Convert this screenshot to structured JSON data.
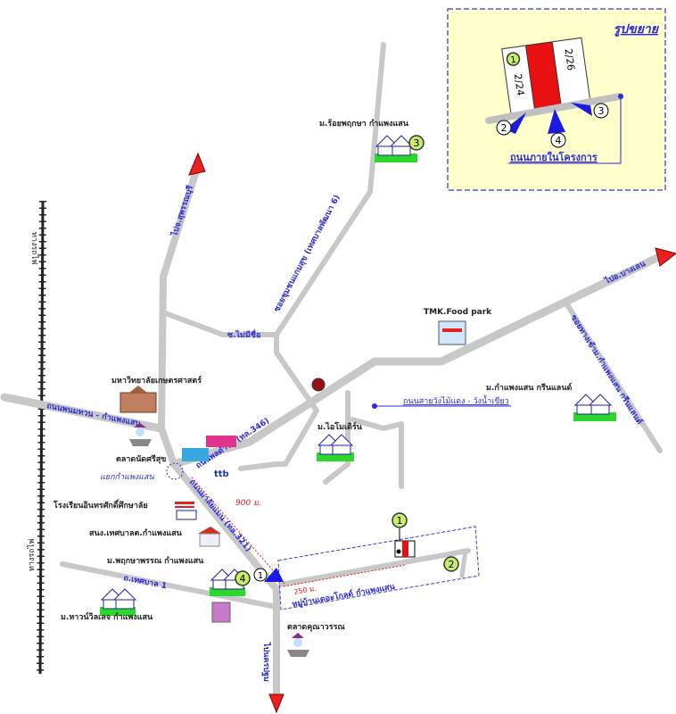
{
  "inset": {
    "title": "รูปขยาย",
    "plot_left": "2/24",
    "plot_right": "2/26",
    "road_label": "ถนนภายในโครงการ",
    "markers": [
      "1",
      "2",
      "3",
      "4"
    ]
  },
  "roads": {
    "to_suphan": "ไปจ.สุพรรณบุรี",
    "soi_chumchon": "ซอยชุมชนแกมสุข (เทศบาลพัฒนา 6)",
    "soi_nameless": "ซ.ไม่มีชื่อ",
    "to_banglen": "ไปอ.บางเลน",
    "soi_greenland": "ซอยทางเข้าม.กำแพงแสน กรีนแลนด์",
    "phanom_thuan": "ถนนพนมทวน - กำแพงแสน",
    "phon_damri": "ถนนพลดำริห์ (ทล.346)",
    "malai_man": "ถนนมาลัยแมน (ทล.321)",
    "wang_nam_khiao": "ถนนสายวังไม้แดง - วังน้ำเขียว",
    "thetsaban_1": "ถ.เทศบาล 1",
    "to_nakhon_pathom": "ไปนครปฐม",
    "railway_1": "ทางรถไฟ",
    "railway_2": "ทางรถไฟ",
    "junction": "แยกกำแพงแสน"
  },
  "places": {
    "roi_phruksa": "ม.ร้อยพฤกษา กำแพงแสน",
    "tmk": "TMK.Food park",
    "kasetsart": "มหาวิทยาลัยเกษตรศาสตร์",
    "market_srisuk": "ตลาดนัดศรีสุข",
    "i_modern": "ม.ไอโมเดิร์น",
    "greenland": "ม.กำแพงแสน กรีนแลนด์",
    "school": "โรงเรียนอินทรศักดิ์ศึกษาลัย",
    "municipal": "สนง.เทศบาลต.กำแพงแสน",
    "phruksa_phan": "ม.พฤกษาพรรณ กำแพงแสน",
    "haven": "ม.หาวน์วิลเลจ กำแพงแสน",
    "market_khunawan": "ตลาดคุณาวรรณ",
    "project": "หมู่บ้านเดอะโกลด์ กำแพงแสน"
  },
  "distances": {
    "d900": "900 ม.",
    "d250": "250 ม."
  },
  "markers": {
    "m1": "1",
    "m2": "2",
    "m3": "3",
    "m4": "4",
    "a1": "1"
  },
  "colors": {
    "road": "#c8c8c8",
    "label_blue": "#2a2ad8",
    "arrow_red": "#e82020",
    "inset_bg": "#ffffcc",
    "highlight": "#e81010"
  }
}
